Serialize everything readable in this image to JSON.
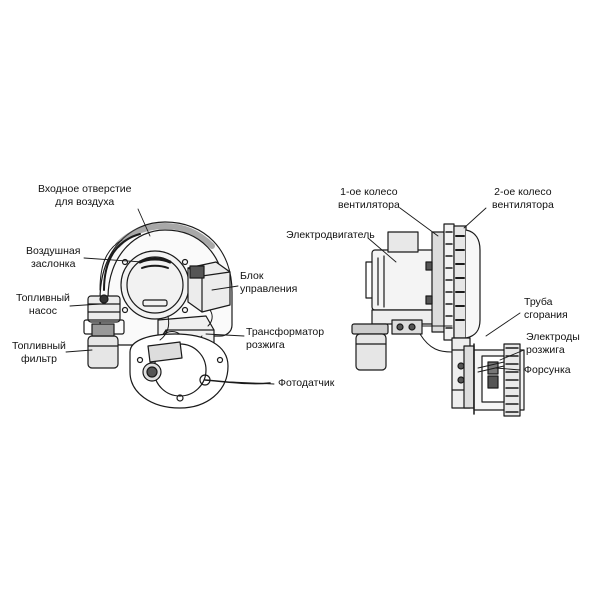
{
  "labels": {
    "air_inlet": [
      "Входное отверстие",
      "для воздуха"
    ],
    "air_damper": [
      "Воздушная",
      "заслонка"
    ],
    "fuel_pump": [
      "Топливный",
      "насос"
    ],
    "fuel_filter": [
      "Топливный",
      "фильтр"
    ],
    "control_unit": [
      "Блок",
      "управления"
    ],
    "ignition_transformer": [
      "Трансформатор",
      "розжига"
    ],
    "photosensor": [
      "Фотодатчик"
    ],
    "fan_wheel_1": [
      "1-ое колесо",
      "вентилятора"
    ],
    "fan_wheel_2": [
      "2-ое колесо",
      "вентилятора"
    ],
    "electric_motor": [
      "Электродвигатель"
    ],
    "combustion_tube": [
      "Труба",
      "сгорания"
    ],
    "ignition_electrodes": [
      "Электроды",
      "розжига"
    ],
    "nozzle": [
      "Форсунка"
    ]
  },
  "colors": {
    "line": "#1a1a1a",
    "shade": "#8a8a8a",
    "fill_light": "#e6e6e6",
    "fill_dark": "#555555"
  }
}
